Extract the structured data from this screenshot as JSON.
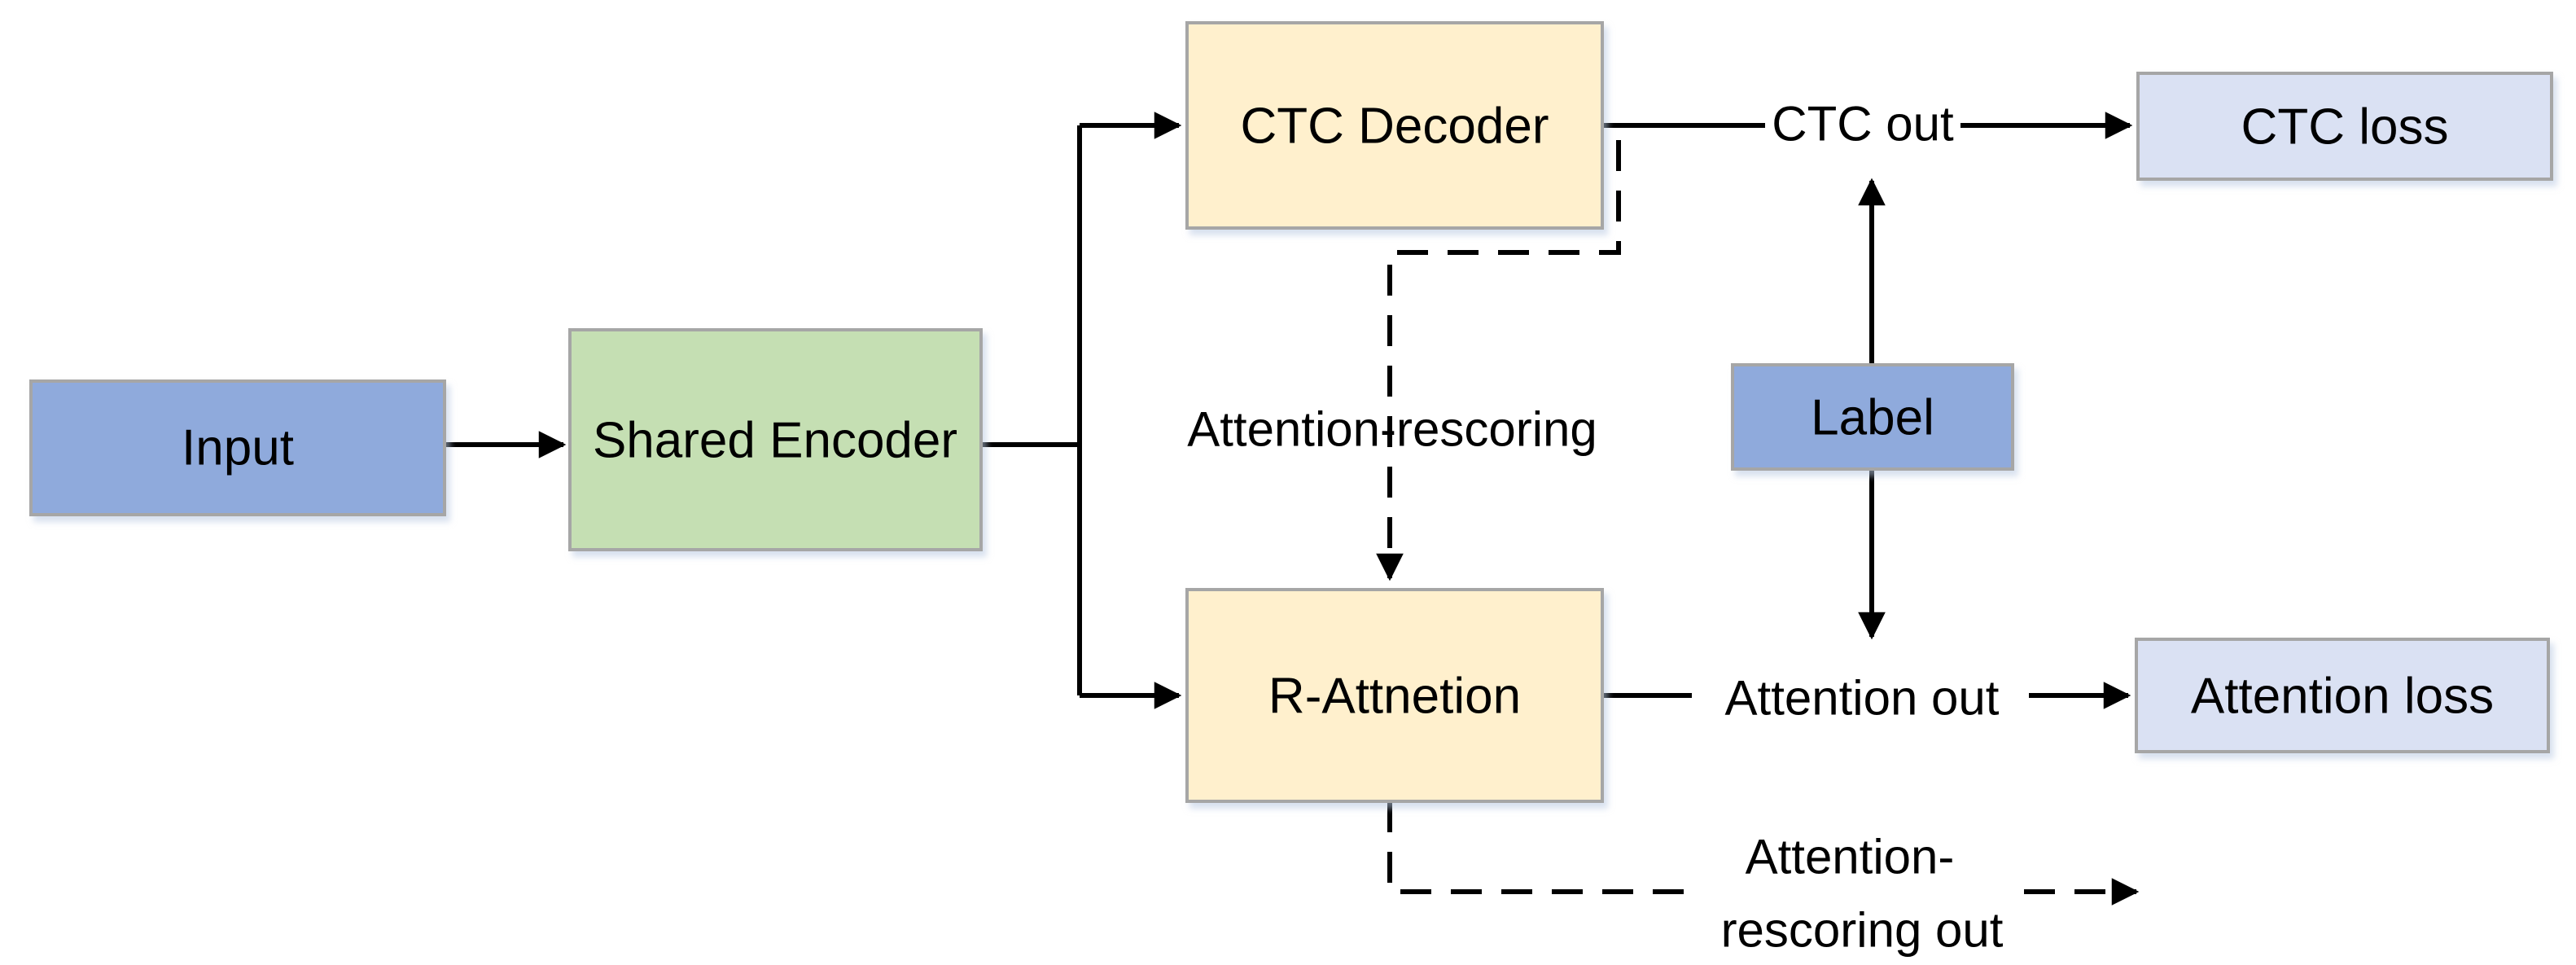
{
  "diagram": {
    "type": "flowchart",
    "background": "#FFFFFF",
    "nodes": {
      "input": {
        "label": "Input",
        "fill": "#8FAADC"
      },
      "shared_encoder": {
        "label": "Shared Encoder",
        "fill": "#C5DFB3"
      },
      "ctc_decoder": {
        "label": "CTC Decoder",
        "fill": "#FFF0CD"
      },
      "r_attnetion": {
        "label": "R-Attnetion",
        "fill": "#FFF0CD"
      },
      "ctc_loss": {
        "label": "CTC loss",
        "fill": "#DAE1F3"
      },
      "attention_loss": {
        "label": "Attention loss",
        "fill": "#DAE1F3"
      },
      "label": {
        "label": "Label",
        "fill": "#8FAADC"
      }
    },
    "edge_labels": {
      "ctc_out": "CTC out",
      "attention_out": "Attention out",
      "attention_rescoring": "Attention-rescoring",
      "attention_rescoring_out_line1": "Attention-",
      "attention_rescoring_out_line2": "rescoring out"
    },
    "colors": {
      "border": "#A6A6A6",
      "line": "#000000",
      "text": "#000000"
    }
  }
}
